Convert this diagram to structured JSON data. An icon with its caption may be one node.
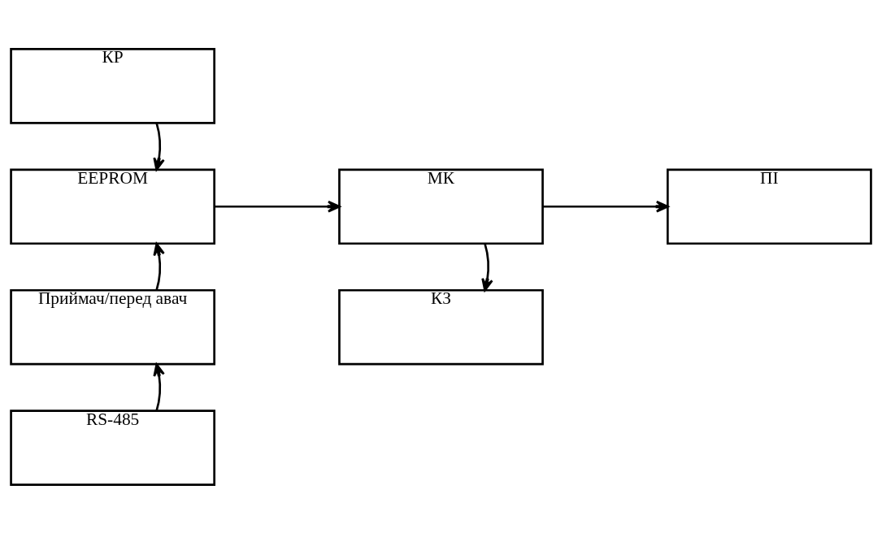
{
  "diagram": {
    "nodes": [
      {
        "text": [
          "КР"
        ]
      },
      {
        "text": [
          "EEPROM"
        ]
      },
      {
        "text": [
          "МК"
        ]
      },
      {
        "text": [
          "ПІ"
        ]
      },
      {
        "text": [
          "КЗ"
        ]
      },
      {
        "text": [
          "Приймач/перед авач"
        ]
      },
      {
        "text": [
          "RS-485"
        ]
      }
    ],
    "edges": [
      {
        "from": 0,
        "to": 1,
        "arrow": "to"
      },
      {
        "from": 1,
        "to": 2,
        "arrow": "to"
      },
      {
        "from": 2,
        "to": 3,
        "arrow": "to"
      },
      {
        "from": 2,
        "to": 4,
        "arrow": "to"
      },
      {
        "from": 5,
        "to": 1,
        "arrow": "to"
      },
      {
        "from": 6,
        "to": 5,
        "arrow": "to"
      }
    ]
  }
}
